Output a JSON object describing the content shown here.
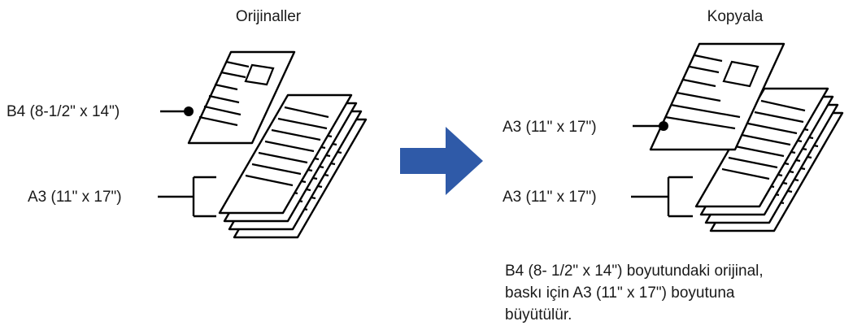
{
  "originals": {
    "heading": "Orijinaller",
    "top_sheet_label": "B4 (8-1/2\" x 14\")",
    "stack_label": "A3 (11\" x 17\")"
  },
  "copies": {
    "heading": "Kopyala",
    "top_sheet_label": "A3 (11\" x 17\")",
    "stack_label": "A3 (11\" x 17\")"
  },
  "caption_lines": [
    "B4 (8- 1/2\" x 14\") boyutundaki orijinal,",
    "baskı için A3 (11\" x 17\") boyutuna",
    "büyütülür."
  ],
  "colors": {
    "arrow": "#2f5aa8",
    "outline": "#000000",
    "text": "#1a1a1a"
  }
}
